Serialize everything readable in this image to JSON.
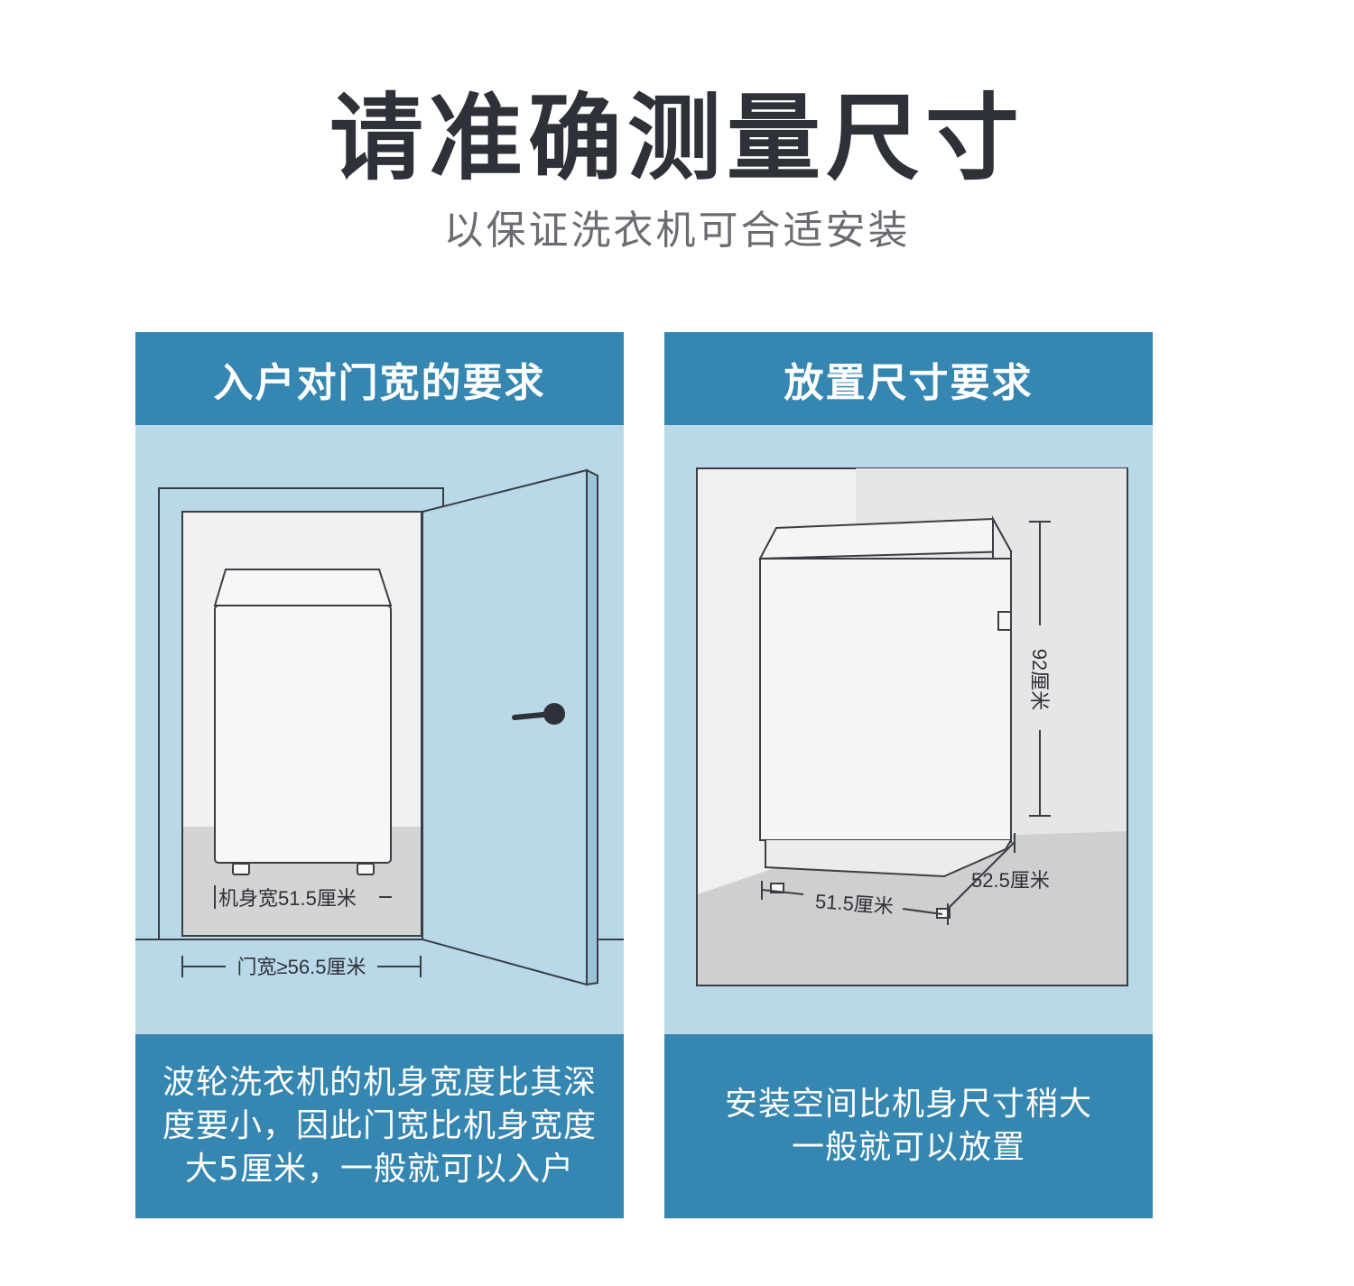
{
  "header": {
    "title": "请准确测量尺寸",
    "subtitle": "以保证洗衣机可合适安装"
  },
  "door_panel": {
    "heading": "入户对门宽的要求",
    "body_width_label": "机身宽51.5厘米",
    "door_width_label": "门宽≥56.5厘米",
    "description_lines": [
      "波轮洗衣机的机身宽度比其深",
      "度要小，因此门宽比机身宽度",
      "大5厘米，一般就可以入户"
    ]
  },
  "space_panel": {
    "heading": "放置尺寸要求",
    "height_label": "92厘米",
    "depth_label": "52.5厘米",
    "width_label": "51.5厘米",
    "description_lines": [
      "安装空间比机身尺寸稍大",
      "一般就可以放置"
    ]
  },
  "colors": {
    "panel_header": "#3586b0",
    "panel_body": "#b9d8e8",
    "title_text": "#2f3139"
  }
}
